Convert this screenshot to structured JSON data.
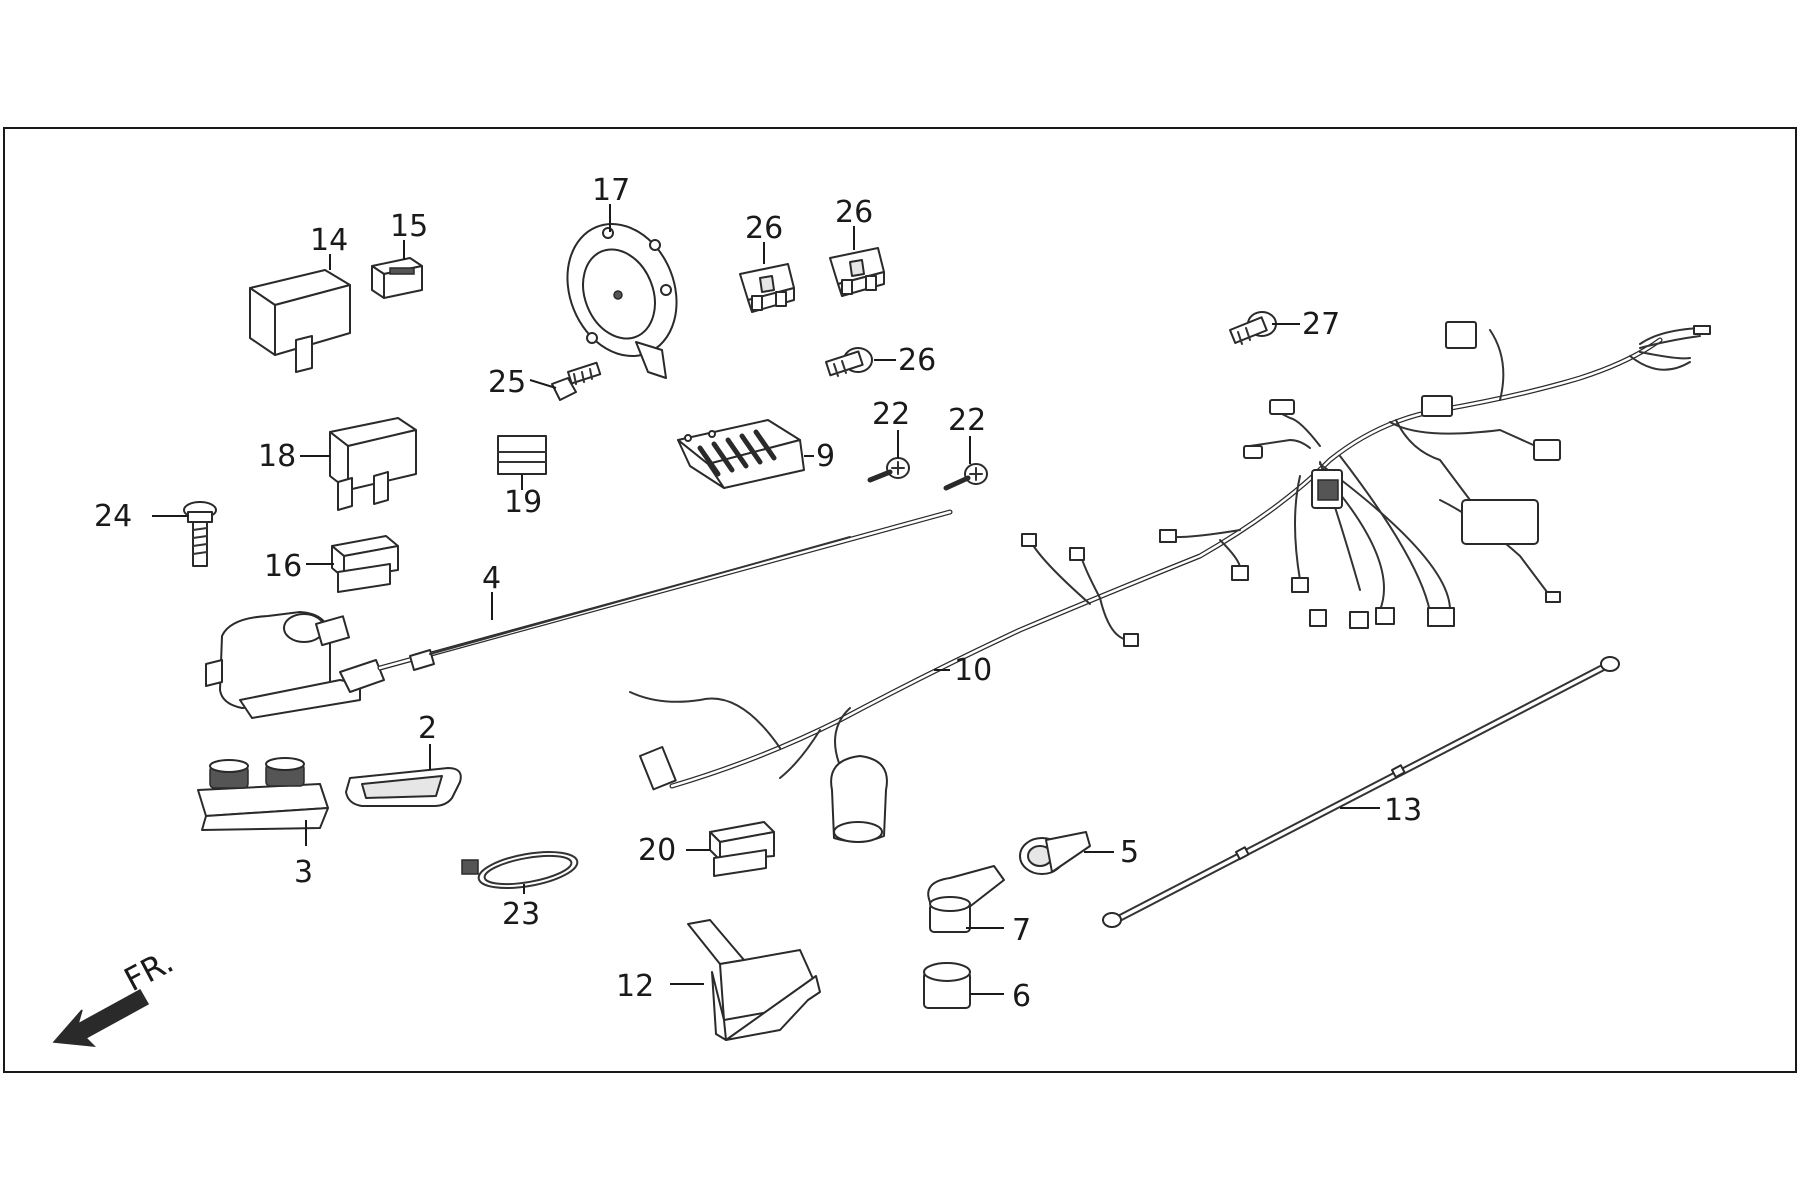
{
  "direction_label": "FR.",
  "callouts": [
    {
      "id": "c17",
      "text": "17"
    },
    {
      "id": "c26a",
      "text": "26"
    },
    {
      "id": "c26b",
      "text": "26"
    },
    {
      "id": "c14",
      "text": "14"
    },
    {
      "id": "c15",
      "text": "15"
    },
    {
      "id": "c27",
      "text": "27"
    },
    {
      "id": "c25",
      "text": "25"
    },
    {
      "id": "c26c",
      "text": "26"
    },
    {
      "id": "c18",
      "text": "18"
    },
    {
      "id": "c9",
      "text": "9"
    },
    {
      "id": "c22a",
      "text": "22"
    },
    {
      "id": "c22b",
      "text": "22"
    },
    {
      "id": "c19",
      "text": "19"
    },
    {
      "id": "c24",
      "text": "24"
    },
    {
      "id": "c16",
      "text": "16"
    },
    {
      "id": "c4",
      "text": "4"
    },
    {
      "id": "c10",
      "text": "10"
    },
    {
      "id": "c2",
      "text": "2"
    },
    {
      "id": "c3",
      "text": "3"
    },
    {
      "id": "c13",
      "text": "13"
    },
    {
      "id": "c20",
      "text": "20"
    },
    {
      "id": "c5",
      "text": "5"
    },
    {
      "id": "c23",
      "text": "23"
    },
    {
      "id": "c7",
      "text": "7"
    },
    {
      "id": "c12",
      "text": "12"
    },
    {
      "id": "c6",
      "text": "6"
    }
  ],
  "colors": {
    "ink": "#1a1a1a",
    "background": "#ffffff"
  }
}
